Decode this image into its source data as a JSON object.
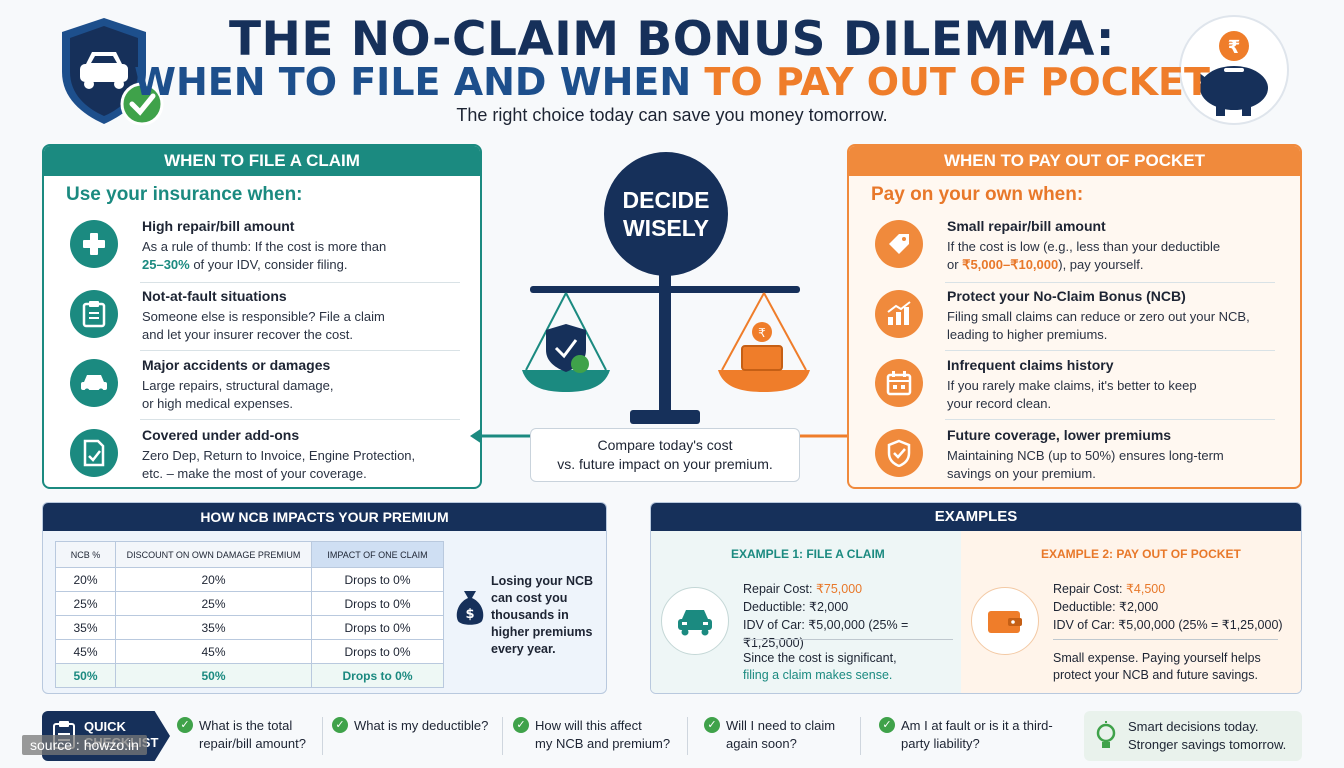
{
  "header": {
    "title_line1": "THE NO-CLAIM BONUS DILEMMA:",
    "title_line2_part1": "WHEN TO FILE AND WHEN ",
    "title_line2_part2": "TO PAY OUT OF POCKET",
    "subtitle": "The right choice today can save you money tomorrow."
  },
  "left_panel": {
    "header": "WHEN TO FILE A CLAIM",
    "subheader": "Use your insurance when:",
    "items": [
      {
        "icon": "plus-icon",
        "title": "High repair/bill amount",
        "desc1": "As a rule of thumb: If the cost is more than",
        "highlight": "25–30%",
        "desc2": " of your IDV, consider filing."
      },
      {
        "icon": "clipboard-icon",
        "title": "Not-at-fault situations",
        "desc1": "Someone else is responsible? File a claim",
        "desc2": "and let your insurer recover the cost."
      },
      {
        "icon": "car-icon",
        "title": "Major accidents or damages",
        "desc1": "Large repairs, structural damage,",
        "desc2": "or high medical expenses."
      },
      {
        "icon": "document-icon",
        "title": "Covered under add-ons",
        "desc1": "Zero Dep, Return to Invoice, Engine Protection,",
        "desc2": "etc. – make the most of your coverage."
      }
    ]
  },
  "center": {
    "decide_line1": "DECIDE",
    "decide_line2": "WISELY",
    "compare_line1": "Compare today's cost",
    "compare_line2": "vs. future impact on your premium."
  },
  "right_panel": {
    "header": "WHEN TO PAY OUT OF POCKET",
    "subheader": "Pay on your own when:",
    "items": [
      {
        "icon": "tag-icon",
        "title": "Small repair/bill amount",
        "desc1": "If the cost is low (e.g., less than your deductible",
        "desc2_pre": "or ",
        "highlight": "₹5,000–₹10,000",
        "desc2_post": "), pay yourself."
      },
      {
        "icon": "growth-chart-icon",
        "title": "Protect your No-Claim Bonus (NCB)",
        "desc1": "Filing small claims can reduce or zero out your NCB,",
        "desc2": "leading to higher premiums."
      },
      {
        "icon": "calendar-icon",
        "title": "Infrequent claims history",
        "desc1": "If you rarely make claims, it's better to keep",
        "desc2": "your record clean."
      },
      {
        "icon": "shield-icon",
        "title": "Future coverage, lower premiums",
        "desc1": "Maintaining NCB (up to 50%) ensures long-term",
        "desc2": "savings on your premium."
      }
    ]
  },
  "ncb": {
    "header": "HOW NCB IMPACTS YOUR PREMIUM",
    "columns": [
      "NCB %",
      "DISCOUNT ON OWN DAMAGE PREMIUM",
      "IMPACT OF ONE CLAIM"
    ],
    "rows": [
      [
        "20%",
        "20%",
        "Drops to 0%"
      ],
      [
        "25%",
        "25%",
        "Drops to 0%"
      ],
      [
        "35%",
        "35%",
        "Drops to 0%"
      ],
      [
        "45%",
        "45%",
        "Drops to 0%"
      ],
      [
        "50%",
        "50%",
        "Drops to 0%"
      ]
    ],
    "note": "Losing your NCB can cost you thousands in higher premiums every year."
  },
  "examples": {
    "header": "EXAMPLES",
    "ex1": {
      "title": "EXAMPLE 1: FILE A CLAIM",
      "repair_label": "Repair Cost: ",
      "repair_value": "₹75,000",
      "deductible": "Deductible: ₹2,000",
      "idv": "IDV of Car: ₹5,00,000 (25% = ₹1,25,000)",
      "concl1": "Since the cost is significant,",
      "concl2": "filing a claim makes sense."
    },
    "ex2": {
      "title": "EXAMPLE 2: PAY OUT OF POCKET",
      "repair_label": "Repair Cost: ",
      "repair_value": "₹4,500",
      "deductible": "Deductible: ₹2,000",
      "idv": "IDV of Car: ₹5,00,000 (25% = ₹1,25,000)",
      "concl1": "Small expense. Paying yourself helps",
      "concl2": "protect your NCB and future savings."
    }
  },
  "checklist": {
    "badge_line1": "QUICK",
    "badge_line2": "CHECKLIST",
    "questions": [
      {
        "l1": "What is the total",
        "l2": "repair/bill amount?"
      },
      {
        "l1": "What is my deductible?",
        "l2": ""
      },
      {
        "l1": "How will this affect",
        "l2": "my NCB and premium?"
      },
      {
        "l1": "Will I need to claim",
        "l2": "again soon?"
      },
      {
        "l1": "Am I at fault or is it a third-",
        "l2": "party liability?"
      }
    ],
    "smart_line1": "Smart decisions today.",
    "smart_line2": "Stronger savings tomorrow."
  },
  "source": "source : howzo.in",
  "colors": {
    "navy": "#16305a",
    "teal": "#1b8a80",
    "orange": "#f08a3c",
    "green": "#3fa24a"
  }
}
